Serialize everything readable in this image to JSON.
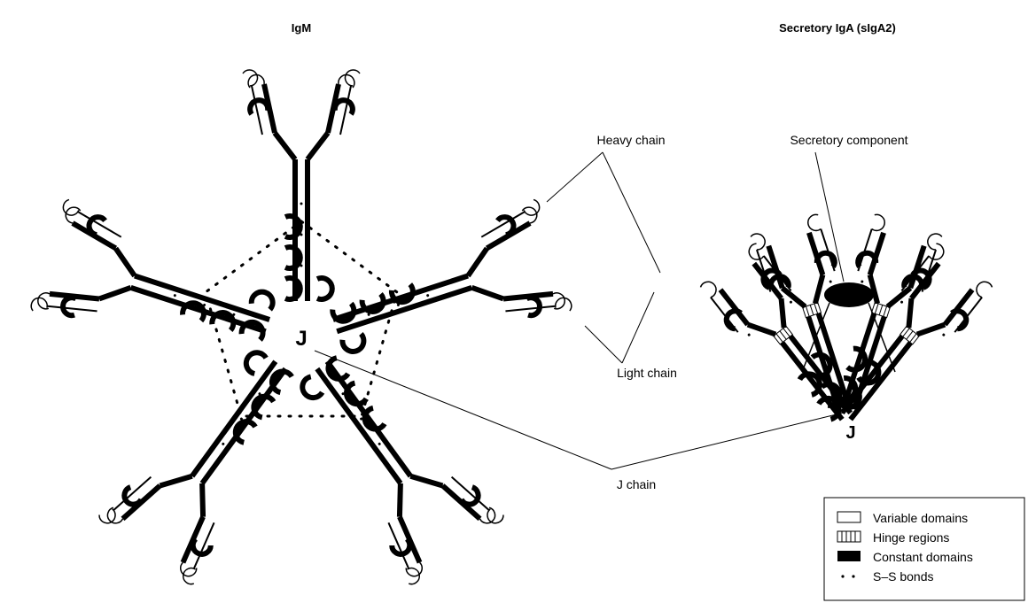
{
  "titles": {
    "igm": "IgM",
    "siga": "Secretory IgA (sIgA2)"
  },
  "callouts": {
    "heavy_chain": "Heavy chain",
    "light_chain": "Light chain",
    "j_chain": "J chain",
    "secretory_component": "Secretory component"
  },
  "j_glyph": {
    "igm": "J",
    "siga": "J"
  },
  "legend": {
    "items": [
      {
        "label": "Variable domains",
        "swatch": "variable"
      },
      {
        "label": "Hinge regions",
        "swatch": "hinge"
      },
      {
        "label": "Constant domains",
        "swatch": "constant"
      },
      {
        "label": "S–S bonds",
        "swatch": "ss"
      }
    ]
  },
  "colors": {
    "ink": "#000000",
    "paper": "#ffffff"
  }
}
